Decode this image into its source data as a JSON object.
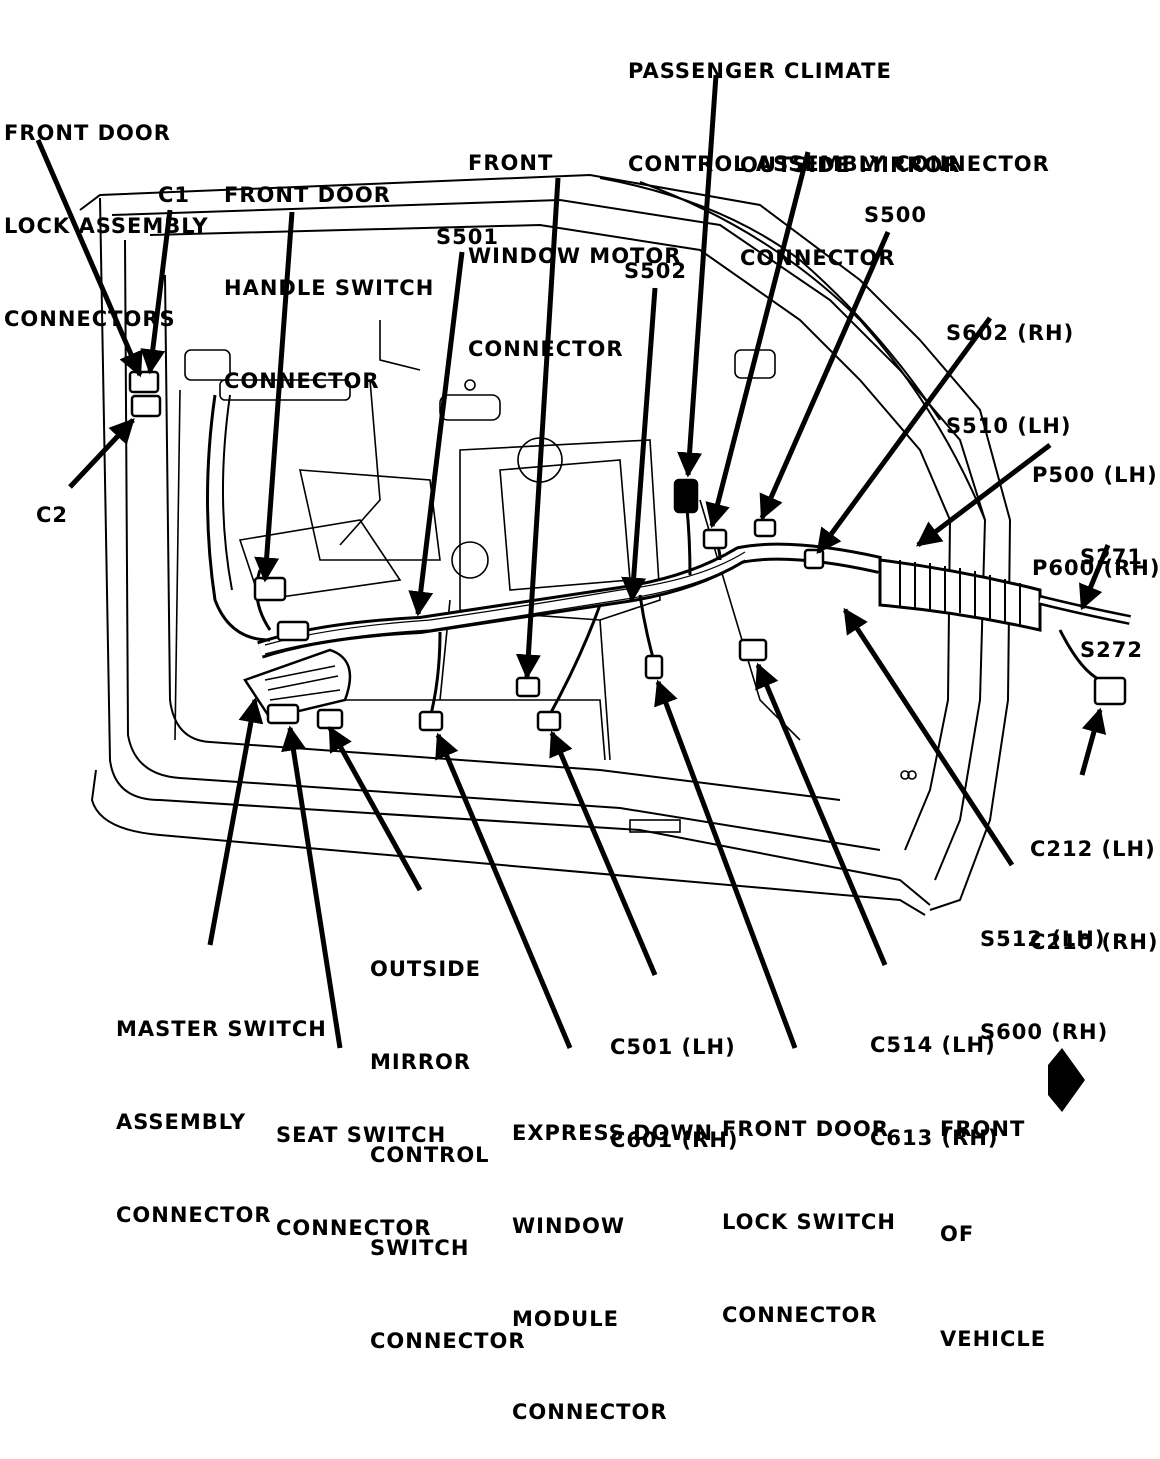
{
  "labels": {
    "front_door_lock_assembly_connectors": [
      "FRONT DOOR",
      "LOCK ASSEMBLY",
      "CONNECTORS"
    ],
    "c1": "C1",
    "c2": "C2",
    "front_door_handle_switch_connector": [
      "FRONT DOOR",
      "HANDLE SWITCH",
      "CONNECTOR"
    ],
    "s501": "S501",
    "front_window_motor_connector": [
      "FRONT",
      "WINDOW MOTOR",
      "CONNECTOR"
    ],
    "passenger_climate_control_assembly_connector": [
      "PASSENGER CLIMATE",
      "CONTROL ASSEMBLY CONNECTOR"
    ],
    "s502": "S502",
    "outside_mirror_connector": [
      "OUTSIDE MIRROR",
      "CONNECTOR"
    ],
    "s500": "S500",
    "s602_s510": [
      "S602 (RH)",
      "S510 (LH)"
    ],
    "p500_p600": [
      "P500 (LH)",
      "P600 (RH)"
    ],
    "s271_s272": [
      "S271",
      "S272"
    ],
    "c212_c210": [
      "C212 (LH)",
      "C210 (RH)"
    ],
    "s512_s600": [
      "S512 (LH)",
      "S600 (RH)"
    ],
    "c514_c613": [
      "C514 (LH)",
      "C613 (RH)"
    ],
    "c501_c601": [
      "C501 (LH)",
      "C601 (RH)"
    ],
    "front_door_lock_switch_connector": [
      "FRONT DOOR",
      "LOCK SWITCH",
      "CONNECTOR"
    ],
    "express_down_window_module_connector": [
      "EXPRESS DOWN",
      "WINDOW",
      "MODULE",
      "CONNECTOR"
    ],
    "outside_mirror_control_switch_connector": [
      "OUTSIDE",
      "MIRROR",
      "CONTROL",
      "SWITCH",
      "CONNECTOR"
    ],
    "seat_switch_connector": [
      "SEAT SWITCH",
      "CONNECTOR"
    ],
    "master_switch_assembly_connector": [
      "MASTER SWITCH",
      "ASSEMBLY",
      "CONNECTOR"
    ],
    "front_of_vehicle": [
      "FRONT",
      "OF",
      "VEHICLE"
    ]
  },
  "colors": {
    "ink": "#000000",
    "paper": "#ffffff"
  }
}
